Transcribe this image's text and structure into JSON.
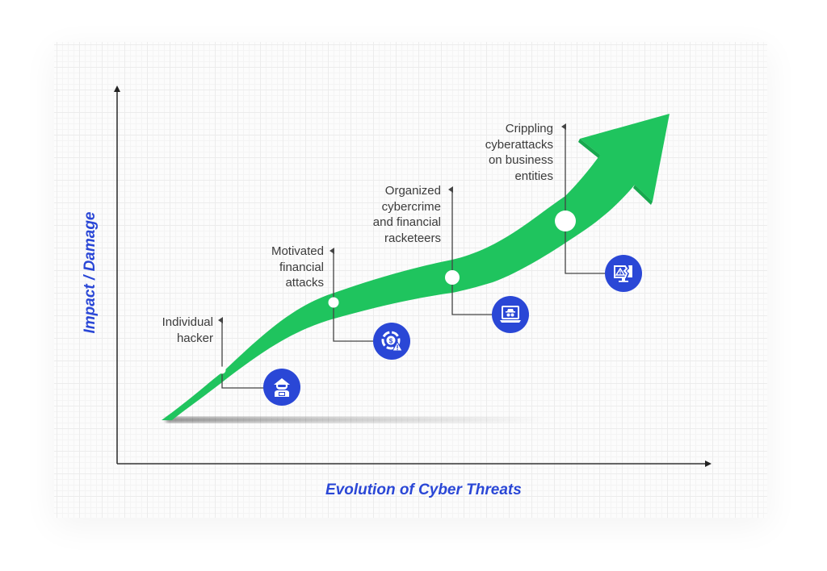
{
  "diagram": {
    "y_axis_title": "Impact / Damage",
    "x_axis_title": "Evolution of Cyber Threats",
    "colors": {
      "accent_blue": "#2a47d6",
      "arrow_green": "#1fc45e",
      "arrow_green_dark": "#17a84e",
      "label_text": "#3b3b3b",
      "axis_line": "#333333"
    },
    "stages": [
      {
        "label_line1": "Individual",
        "label_line2": "hacker",
        "label_line3": "",
        "label_line4": "",
        "icon": "hooded-hacker-icon"
      },
      {
        "label_line1": "Motivated",
        "label_line2": "financial",
        "label_line3": "attacks",
        "label_line4": "",
        "icon": "money-warning-icon"
      },
      {
        "label_line1": "Organized",
        "label_line2": "cybercrime",
        "label_line3": "and financial",
        "label_line4": "racketeers",
        "icon": "laptop-spy-icon"
      },
      {
        "label_line1": "Crippling",
        "label_line2": "cyberattacks",
        "label_line3": "on business",
        "label_line4": "entities",
        "icon": "broken-monitor-warning-icon"
      }
    ]
  }
}
